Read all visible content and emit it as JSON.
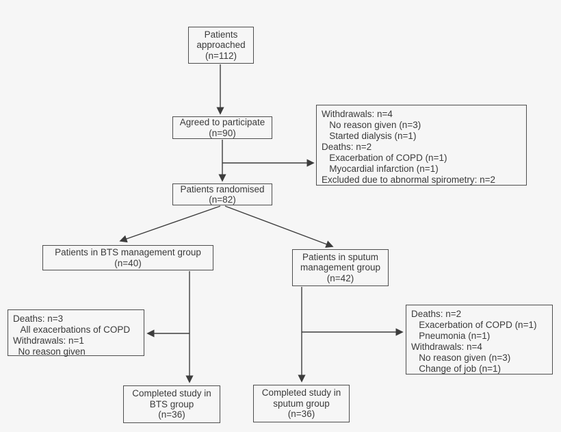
{
  "diagram": {
    "type": "flowchart",
    "description": "Patient recruitment and randomisation flow diagram (BTS management group vs sputum management group)"
  },
  "colors": {
    "background": "#f6f6f6",
    "box_border": "#4d4d4d",
    "text": "#3a3a3a",
    "arrow": "#3d3d3d"
  },
  "nodes": {
    "approached": {
      "lines": [
        "Patients",
        "approached",
        "(n=112)"
      ]
    },
    "agreed": {
      "lines": [
        "Agreed to participate",
        "(n=90)"
      ]
    },
    "withdrawals_after_agreed": {
      "lines": [
        "Withdrawals: n=4",
        "   No reason given (n=3)",
        "   Started dialysis (n=1)",
        "Deaths: n=2",
        "   Exacerbation of COPD (n=1)",
        "   Myocardial infarction (n=1)",
        "Excluded due to abnormal spirometry: n=2"
      ]
    },
    "randomised": {
      "lines": [
        "Patients randomised",
        "(n=82)"
      ]
    },
    "bts_group": {
      "lines": [
        "Patients in BTS management group",
        "(n=40)"
      ]
    },
    "sputum_group": {
      "lines": [
        "Patients in sputum",
        "management group",
        "(n=42)"
      ]
    },
    "bts_losses": {
      "lines": [
        "Deaths: n=3",
        "   All exacerbations of COPD",
        "Withdrawals: n=1",
        "  No reason given"
      ]
    },
    "sputum_losses": {
      "lines": [
        "Deaths: n=2",
        "   Exacerbation of COPD (n=1)",
        "   Pneumonia (n=1)",
        "Withdrawals: n=4",
        "   No reason given (n=3)",
        "   Change of job (n=1)"
      ]
    },
    "completed_bts": {
      "lines": [
        "Completed study in",
        "BTS group",
        "(n=36)"
      ]
    },
    "completed_sputum": {
      "lines": [
        "Completed study in",
        "sputum group",
        "(n=36)"
      ]
    }
  },
  "edges": [
    {
      "from": "approached",
      "to": "agreed"
    },
    {
      "from": "agreed",
      "to": "randomised"
    },
    {
      "from": "agreed",
      "to": "withdrawals_after_agreed"
    },
    {
      "from": "randomised",
      "to": "bts_group"
    },
    {
      "from": "randomised",
      "to": "sputum_group"
    },
    {
      "from": "bts_group",
      "to": "completed_bts"
    },
    {
      "from": "bts_group",
      "to": "bts_losses"
    },
    {
      "from": "sputum_group",
      "to": "completed_sputum"
    },
    {
      "from": "sputum_group",
      "to": "sputum_losses"
    }
  ]
}
